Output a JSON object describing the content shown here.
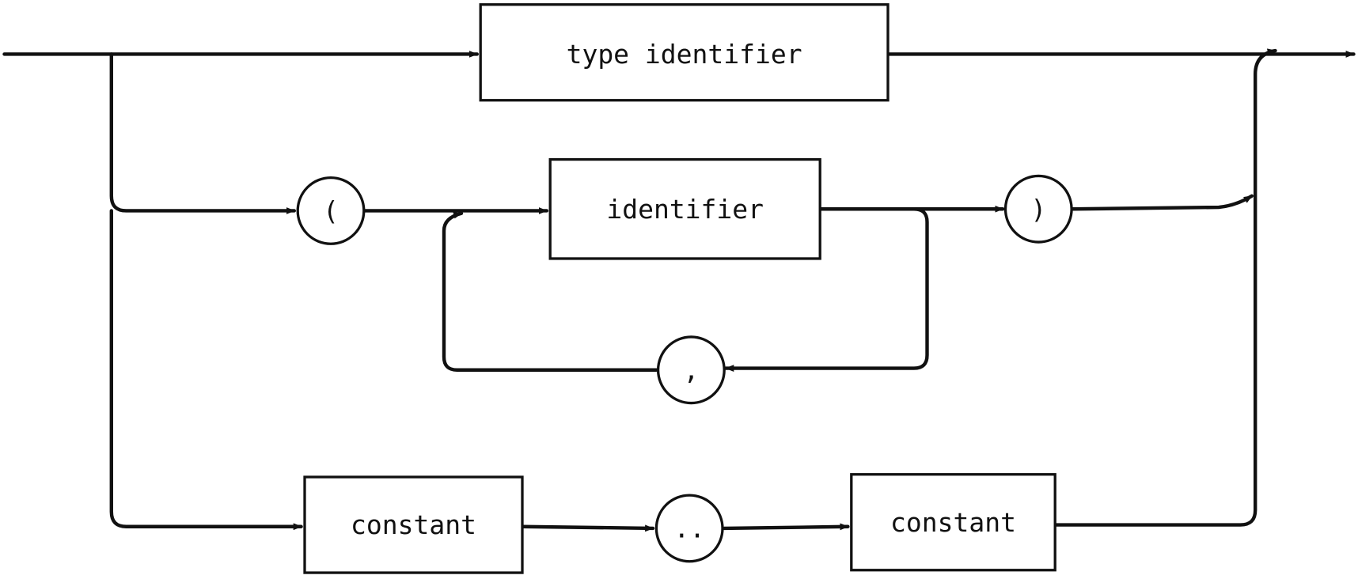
{
  "diagram": {
    "nodes": {
      "type_identifier": "type identifier",
      "open_paren": "(",
      "identifier": "identifier",
      "close_paren": ")",
      "comma": ",",
      "constant_1": "constant",
      "range_dots": "..",
      "constant_2": "constant"
    }
  }
}
